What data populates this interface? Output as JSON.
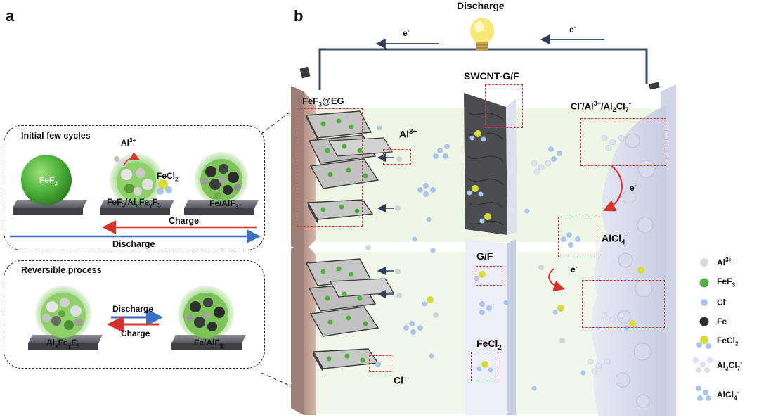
{
  "panel_a": {
    "letter": "a",
    "box1": {
      "title": "Initial few cycles",
      "ion_label": "Al3+",
      "sphere1_label": "FeF3",
      "sphere2_label": "FeF3/AlxFeyF5",
      "fecl2_label": "FeCl2",
      "sphere3_label": "Fe/AlF3",
      "charge_label": "Charge",
      "discharge_label": "Discharge"
    },
    "box2": {
      "title": "Reversible process",
      "sphere1_label": "AlxFeyF5",
      "discharge_label": "Discharge",
      "charge_label": "Charge",
      "sphere2_label": "Fe/AlF3"
    }
  },
  "panel_b": {
    "letter": "b",
    "discharge_title": "Discharge",
    "electron_left": "e-",
    "electron_right": "e-",
    "plus_sign": "+",
    "minus_sign": "−",
    "cathode_label": "FeF3@EG",
    "separator_label": "SWCNT-G/F",
    "anode_label": "Cl-/Al3+/Al2Cl7-",
    "al_label": "Al3+",
    "alcl4_label": "AlCl4-",
    "electron_mid1": "e-",
    "electron_mid2": "e-",
    "gf_label": "G/F",
    "fecl2_label": "FeCl2",
    "cl_label": "Cl-"
  },
  "legend": [
    {
      "label": "Al3+",
      "color": "#d9d9d9"
    },
    {
      "label": "FeF3",
      "color": "#4caf3a"
    },
    {
      "label": "Cl-",
      "color": "#a8c6ee"
    },
    {
      "label": "Fe",
      "color": "#333333"
    },
    {
      "label": "FeCl2",
      "color": "#d7dc3a"
    },
    {
      "label": "Al2Cl7-",
      "color": "#c9d6ea"
    },
    {
      "label": "AlCl4-",
      "color": "#a8c6ee"
    }
  ],
  "colors": {
    "wire": "#3b4a5e",
    "red": "#e0322e",
    "blue": "#3a6fc4",
    "electrolyte": "#eef6e4",
    "cathode_plate": "#c9a89e",
    "anode_plate": "#dfe2ef"
  }
}
